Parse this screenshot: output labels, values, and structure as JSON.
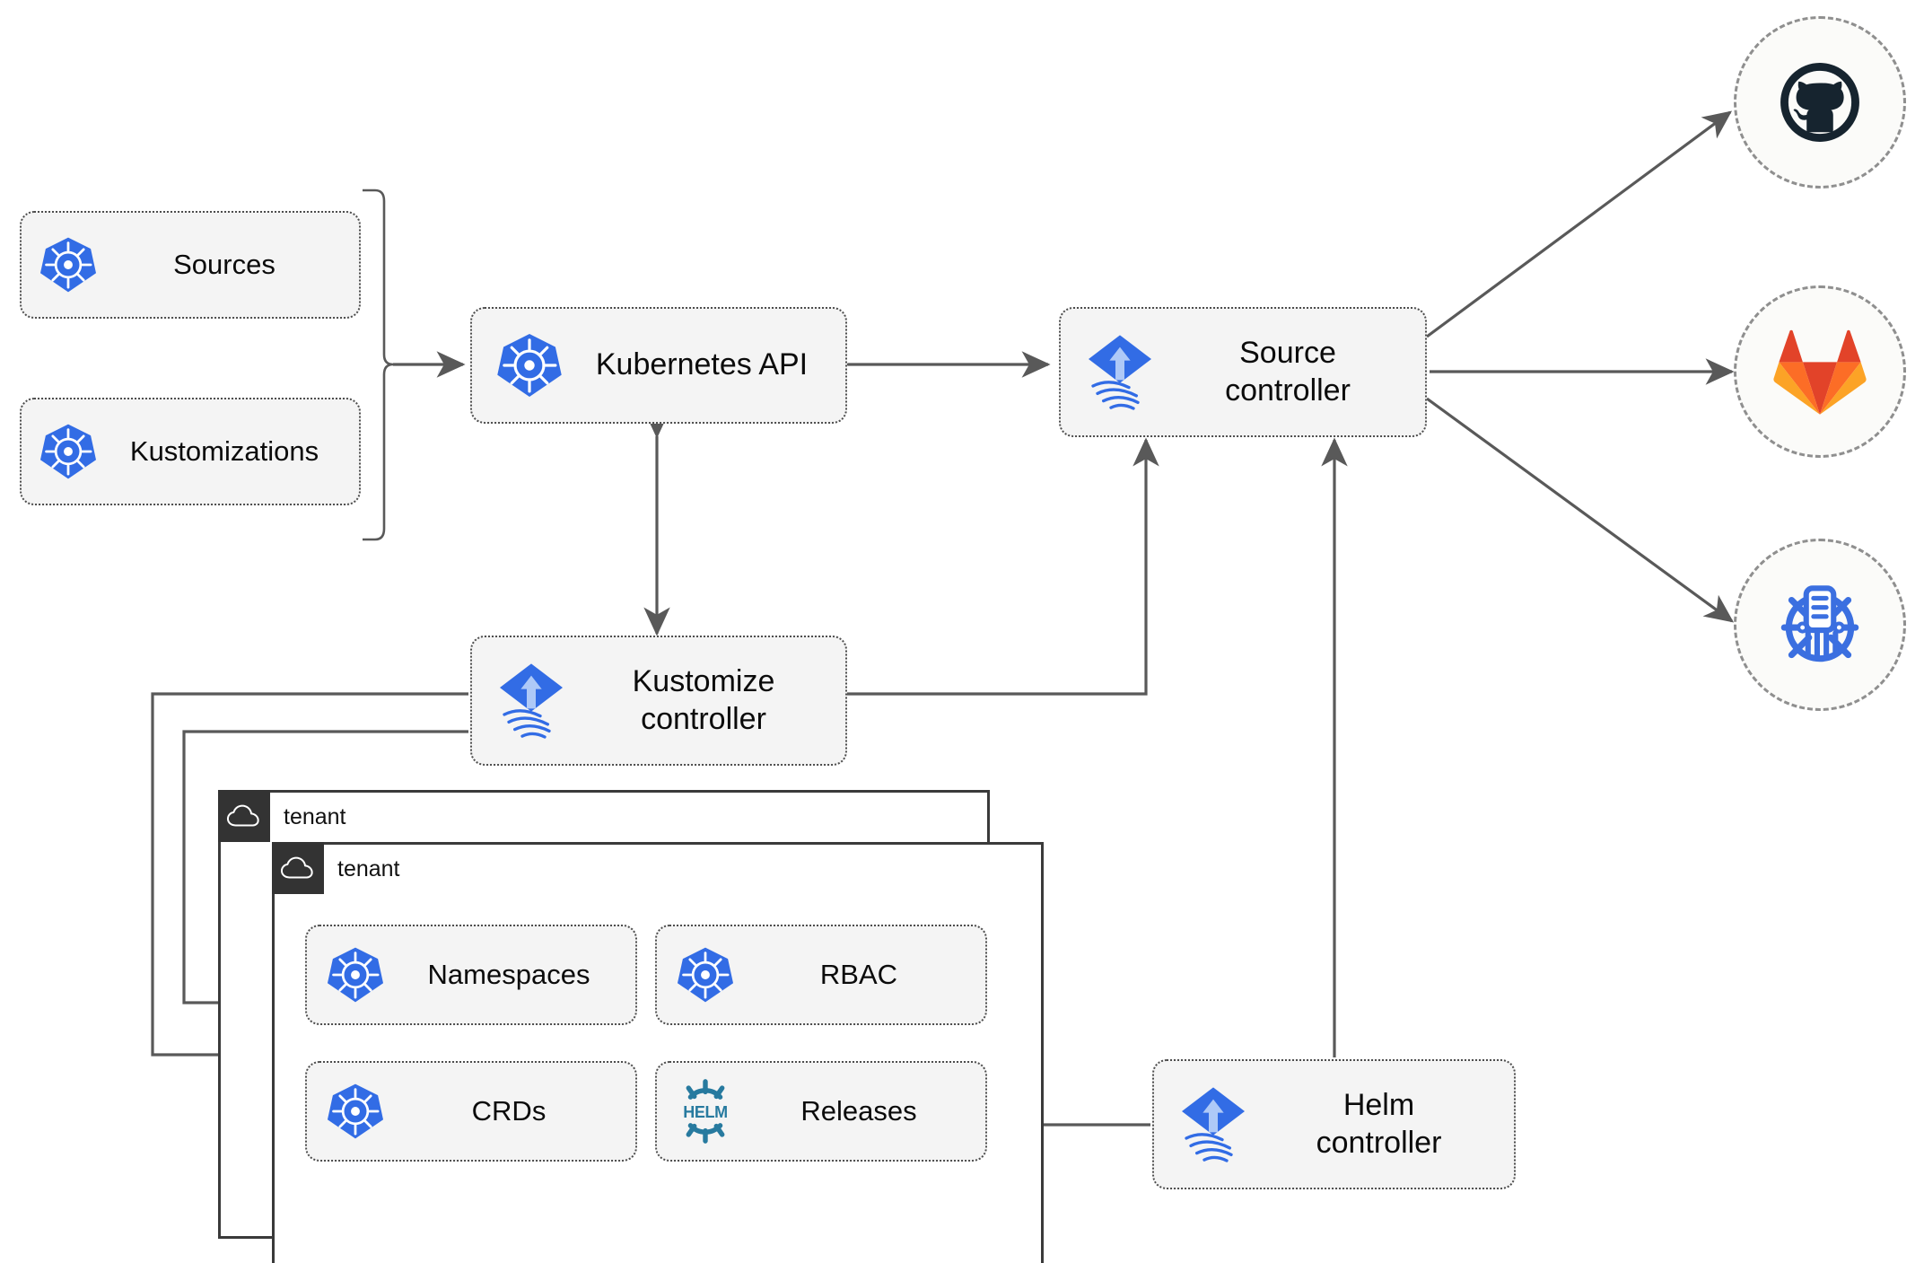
{
  "diagram": {
    "title": "Flux GitOps toolkit architecture",
    "colors": {
      "kubernetes_blue": "#326ce5",
      "flux_blue": "#326ce5",
      "helm_teal": "#277a9f",
      "github_navy": "#16242f",
      "gitlab_orange": "#e24329",
      "gitlab_amber": "#fc6d26",
      "gitlab_light": "#fca326",
      "node_fill": "#f4f4f4",
      "node_border": "#4d4d4d",
      "wire": "#595959",
      "tenant_tab": "#333333",
      "tenant_border": "#3a3a3a",
      "ext_circle_border": "#8f8f8f",
      "ext_circle_fill": "#fbfbf9"
    },
    "inputs": [
      {
        "id": "sources",
        "label": "Sources",
        "icon": "kubernetes-icon"
      },
      {
        "id": "kustomizations",
        "label": "Kustomizations",
        "icon": "kubernetes-icon"
      }
    ],
    "core": [
      {
        "id": "kubernetes-api",
        "label": "Kubernetes API",
        "icon": "kubernetes-icon"
      },
      {
        "id": "source-controller",
        "label": "Source\ncontroller",
        "icon": "flux-icon"
      },
      {
        "id": "kustomize-controller",
        "label": "Kustomize\ncontroller",
        "icon": "flux-icon"
      },
      {
        "id": "helm-controller",
        "label": "Helm\ncontroller",
        "icon": "flux-icon"
      }
    ],
    "tenants": [
      {
        "id": "tenant-back",
        "label": "tenant",
        "icon": "cloud-icon"
      },
      {
        "id": "tenant-front",
        "label": "tenant",
        "icon": "cloud-icon"
      }
    ],
    "tenant_resources": [
      {
        "id": "namespaces",
        "label": "Namespaces",
        "icon": "kubernetes-icon"
      },
      {
        "id": "rbac",
        "label": "RBAC",
        "icon": "kubernetes-icon"
      },
      {
        "id": "crds",
        "label": "CRDs",
        "icon": "kubernetes-icon"
      },
      {
        "id": "releases",
        "label": "Releases",
        "icon": "helm-icon"
      }
    ],
    "external_sources": [
      {
        "id": "github",
        "icon": "github-icon",
        "name": "GitHub"
      },
      {
        "id": "gitlab",
        "icon": "gitlab-icon",
        "name": "GitLab"
      },
      {
        "id": "helm-repository",
        "icon": "helm-repository-icon",
        "name": "Helm repository"
      }
    ]
  }
}
